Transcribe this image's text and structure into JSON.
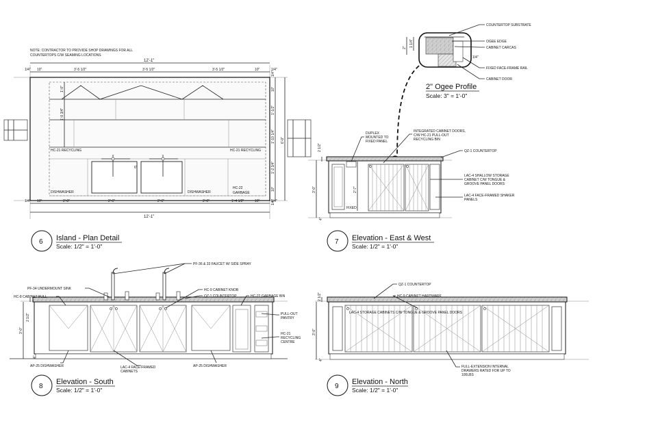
{
  "note": [
    "NOTE: CONTRACTOR TO PROVIDE SHOP DRAWINGS FOR ALL",
    "COUNTERTOPS C/W SEAMING LOCATIONS"
  ],
  "plan": {
    "top_overall": "12'-1\"",
    "bottom_overall": "12'-1\"",
    "top_dims": [
      "1/4\"",
      "10\"",
      "3'-5 1/2\"",
      "3'-5 1/2\"",
      "3'-5 1/2\"",
      "10\"",
      "1/4\""
    ],
    "bottom_dims": [
      "1/4\"",
      "10\"",
      "2'-0\"",
      "2'-6\"",
      "2'-6\"",
      "2'-0\"",
      "1'-4 1/2\"",
      "10\"",
      "1/4\""
    ],
    "right_dims": [
      "1/4\"",
      "10\"",
      "1'-1/2\"",
      "1'-10 1/4\"",
      "1'-2 3/4\"",
      "10\"",
      "1/4\""
    ],
    "right_total": "6'-0\"",
    "left_dims": [
      "1'-0\"",
      "1'-0 3/4\""
    ],
    "sink_dim": "6\"",
    "labels": [
      "HC-21 RECYCLING",
      "HC-21 RECYCLING",
      "DISHWASHER",
      "DISHWASHER",
      "HC-22",
      "GARBAGE"
    ]
  },
  "profile": {
    "callouts": [
      "COUNTERTOP SUBSTRATE",
      "OGEE EDGE",
      "CABINET CARCAS",
      "FIXED FACE-FRAME RAIL",
      "CABINET DOOR"
    ],
    "dims": [
      "2\"",
      "1 1/4\"",
      "1/4\""
    ],
    "title": "2\"  Ogee Profile",
    "scale": "Scale: 3\" = 1'-0\""
  },
  "east_west": {
    "callouts": [
      "DUPLEX",
      "MOUNTED TO",
      "FIXED PANEL",
      "INTEGRATED CABINET DOORS,",
      "C/W HC-21 PULL-OUT",
      "RECYCLING BIN",
      "QZ-1 COUNTERTOP",
      "LAC-4 SHALLOW STORAGE",
      "CABINET C/W TONGUE &",
      "GROOVE PANEL DOORS",
      "LAC-4 FACE-FRAMED SHAKER",
      "PANELS",
      "FIXED"
    ],
    "dims": [
      "2 1/2\"",
      "3'-0\"",
      "2'-7\"",
      "4\""
    ]
  },
  "south": {
    "callouts": [
      "PF-36 & 33 FAUCET W/ SIDE SPRAY",
      "PF-34 UNDERMOUNT SINK",
      "HC-8 CABINET PULL",
      "HC-9 CABINET KNOB",
      "QZ-1 COUNTERTOP",
      "HC-22 GARBAGE BIN",
      "PULL-OUT",
      "PANTRY",
      "HC-21",
      "RECYCLING",
      "CENTRE",
      "AP-25 DISHWASHER",
      "AP-25 DISHWASHER",
      "LAC-4 FACE-FRAMED",
      "CABINETS"
    ],
    "dims": [
      "2 1/2\"",
      "3'-0\"",
      "4\""
    ]
  },
  "north": {
    "callouts": [
      "QZ-1 COUNTERTOP",
      "HC-9 CABINET HARDWARE",
      "LAC-4 STORAGE CABINETS C/W TONGUE & GROOVE PANEL DOORS",
      "FULL-EXTENSION INTERNAL",
      "DRAWERS RATED FOR UP TO",
      "100LBS"
    ],
    "dims": [
      "2 1/2\"",
      "3'-0\"",
      "4\""
    ]
  },
  "titles": [
    {
      "num": "6",
      "title": "Island - Plan Detail",
      "scale": "Scale: 1/2\" = 1'-0\""
    },
    {
      "num": "7",
      "title": "Elevation - East & West",
      "scale": "Scale: 1/2\" = 1'-0\""
    },
    {
      "num": "8",
      "title": "Elevation - South",
      "scale": "Scale: 1/2\" = 1'-0\""
    },
    {
      "num": "9",
      "title": "Elevation - North",
      "scale": "Scale: 1/2\" = 1'-0\""
    }
  ]
}
